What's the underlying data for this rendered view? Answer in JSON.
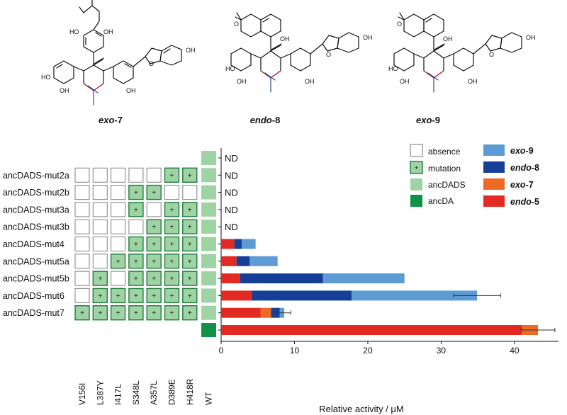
{
  "structures": [
    {
      "label": "exo-7",
      "prefix": "exo-",
      "number": "7"
    },
    {
      "label": "endo-8",
      "prefix": "endo-",
      "number": "8"
    },
    {
      "label": "exo-9",
      "prefix": "exo-",
      "number": "9"
    }
  ],
  "atom_labels": {
    "hydroxyl": "OH",
    "hydroxyl_left": "HO",
    "oxygen": "O"
  },
  "legend_grid": {
    "absence": "absence",
    "mutation": "mutation",
    "mutation_mark": "+",
    "ancDADS": "ancDADS",
    "ancDA": "ancDA"
  },
  "mutation_columns": [
    "V156I",
    "L387Y",
    "I417L",
    "S348L",
    "A357L",
    "D389E",
    "H418R"
  ],
  "wt_label": "WT",
  "nd_label": "ND",
  "variants": [
    {
      "name": "",
      "mutations": [
        0,
        0,
        0,
        0,
        0,
        0,
        0
      ],
      "show_grid": false,
      "wt": "ancDADS",
      "nd": true
    },
    {
      "name": "ancDADS-mut2a",
      "mutations": [
        0,
        0,
        0,
        0,
        0,
        1,
        1
      ],
      "show_grid": true,
      "wt": "ancDADS",
      "nd": true
    },
    {
      "name": "ancDADS-mut2b",
      "mutations": [
        0,
        0,
        0,
        1,
        1,
        0,
        0
      ],
      "show_grid": true,
      "wt": "ancDADS",
      "nd": true
    },
    {
      "name": "ancDADS-mut3a",
      "mutations": [
        0,
        0,
        0,
        1,
        0,
        1,
        1
      ],
      "show_grid": true,
      "wt": "ancDADS",
      "nd": true
    },
    {
      "name": "ancDADS-mut3b",
      "mutations": [
        0,
        0,
        0,
        0,
        1,
        1,
        1
      ],
      "show_grid": true,
      "wt": "ancDADS",
      "nd": true
    },
    {
      "name": "ancDADS-mut4",
      "mutations": [
        0,
        0,
        0,
        1,
        1,
        1,
        1
      ],
      "show_grid": true,
      "wt": "ancDADS",
      "nd": false
    },
    {
      "name": "ancDADS-mut5a",
      "mutations": [
        0,
        0,
        1,
        1,
        1,
        1,
        1
      ],
      "show_grid": true,
      "wt": "ancDADS",
      "nd": false
    },
    {
      "name": "ancDADS-mut5b",
      "mutations": [
        0,
        1,
        0,
        1,
        1,
        1,
        1
      ],
      "show_grid": true,
      "wt": "ancDADS",
      "nd": false
    },
    {
      "name": "ancDADS-mut6",
      "mutations": [
        0,
        1,
        1,
        1,
        1,
        1,
        1
      ],
      "show_grid": true,
      "wt": "ancDADS",
      "nd": false
    },
    {
      "name": "ancDADS-mut7",
      "mutations": [
        1,
        1,
        1,
        1,
        1,
        1,
        1
      ],
      "show_grid": true,
      "wt": "ancDADS",
      "nd": false
    },
    {
      "name": "",
      "mutations": [
        0,
        0,
        0,
        0,
        0,
        0,
        0
      ],
      "show_grid": false,
      "wt": "ancDA",
      "nd": false
    }
  ],
  "chart_data": {
    "type": "bar",
    "orientation": "horizontal",
    "stacked": true,
    "xlabel": "Relative activity / μM",
    "xlim": [
      0,
      46
    ],
    "xticks": [
      0,
      10,
      20,
      30,
      40
    ],
    "legend_position": "top-right",
    "series": [
      {
        "name": "endo-5",
        "color": "#e32a22",
        "values": [
          0,
          0,
          0,
          0,
          0,
          1.8,
          2.1,
          2.6,
          4.2,
          5.4,
          41.0
        ]
      },
      {
        "name": "exo-7",
        "color": "#ee6a22",
        "values": [
          0,
          0,
          0,
          0,
          0,
          0,
          0,
          0,
          0,
          1.4,
          2.2
        ]
      },
      {
        "name": "endo-8",
        "color": "#173f97",
        "values": [
          0,
          0,
          0,
          0,
          0,
          1.0,
          1.8,
          11.3,
          13.6,
          1.2,
          0
        ]
      },
      {
        "name": "exo-9",
        "color": "#5d9bd4",
        "values": [
          0,
          0,
          0,
          0,
          0,
          1.9,
          3.8,
          11.1,
          17.1,
          0.6,
          0
        ]
      }
    ],
    "error_bars": [
      null,
      null,
      null,
      null,
      null,
      null,
      null,
      null,
      3.2,
      0.9,
      2.3
    ],
    "not_detected": [
      true,
      true,
      true,
      true,
      true,
      false,
      false,
      false,
      false,
      false,
      false
    ]
  },
  "colors": {
    "ancDADS": "#9ed3a4",
    "ancDA": "#119148",
    "mutation_fill": "#9ed3a4",
    "mutation_border": "#1f7a3c",
    "absence_border": "#8c8c8c"
  }
}
